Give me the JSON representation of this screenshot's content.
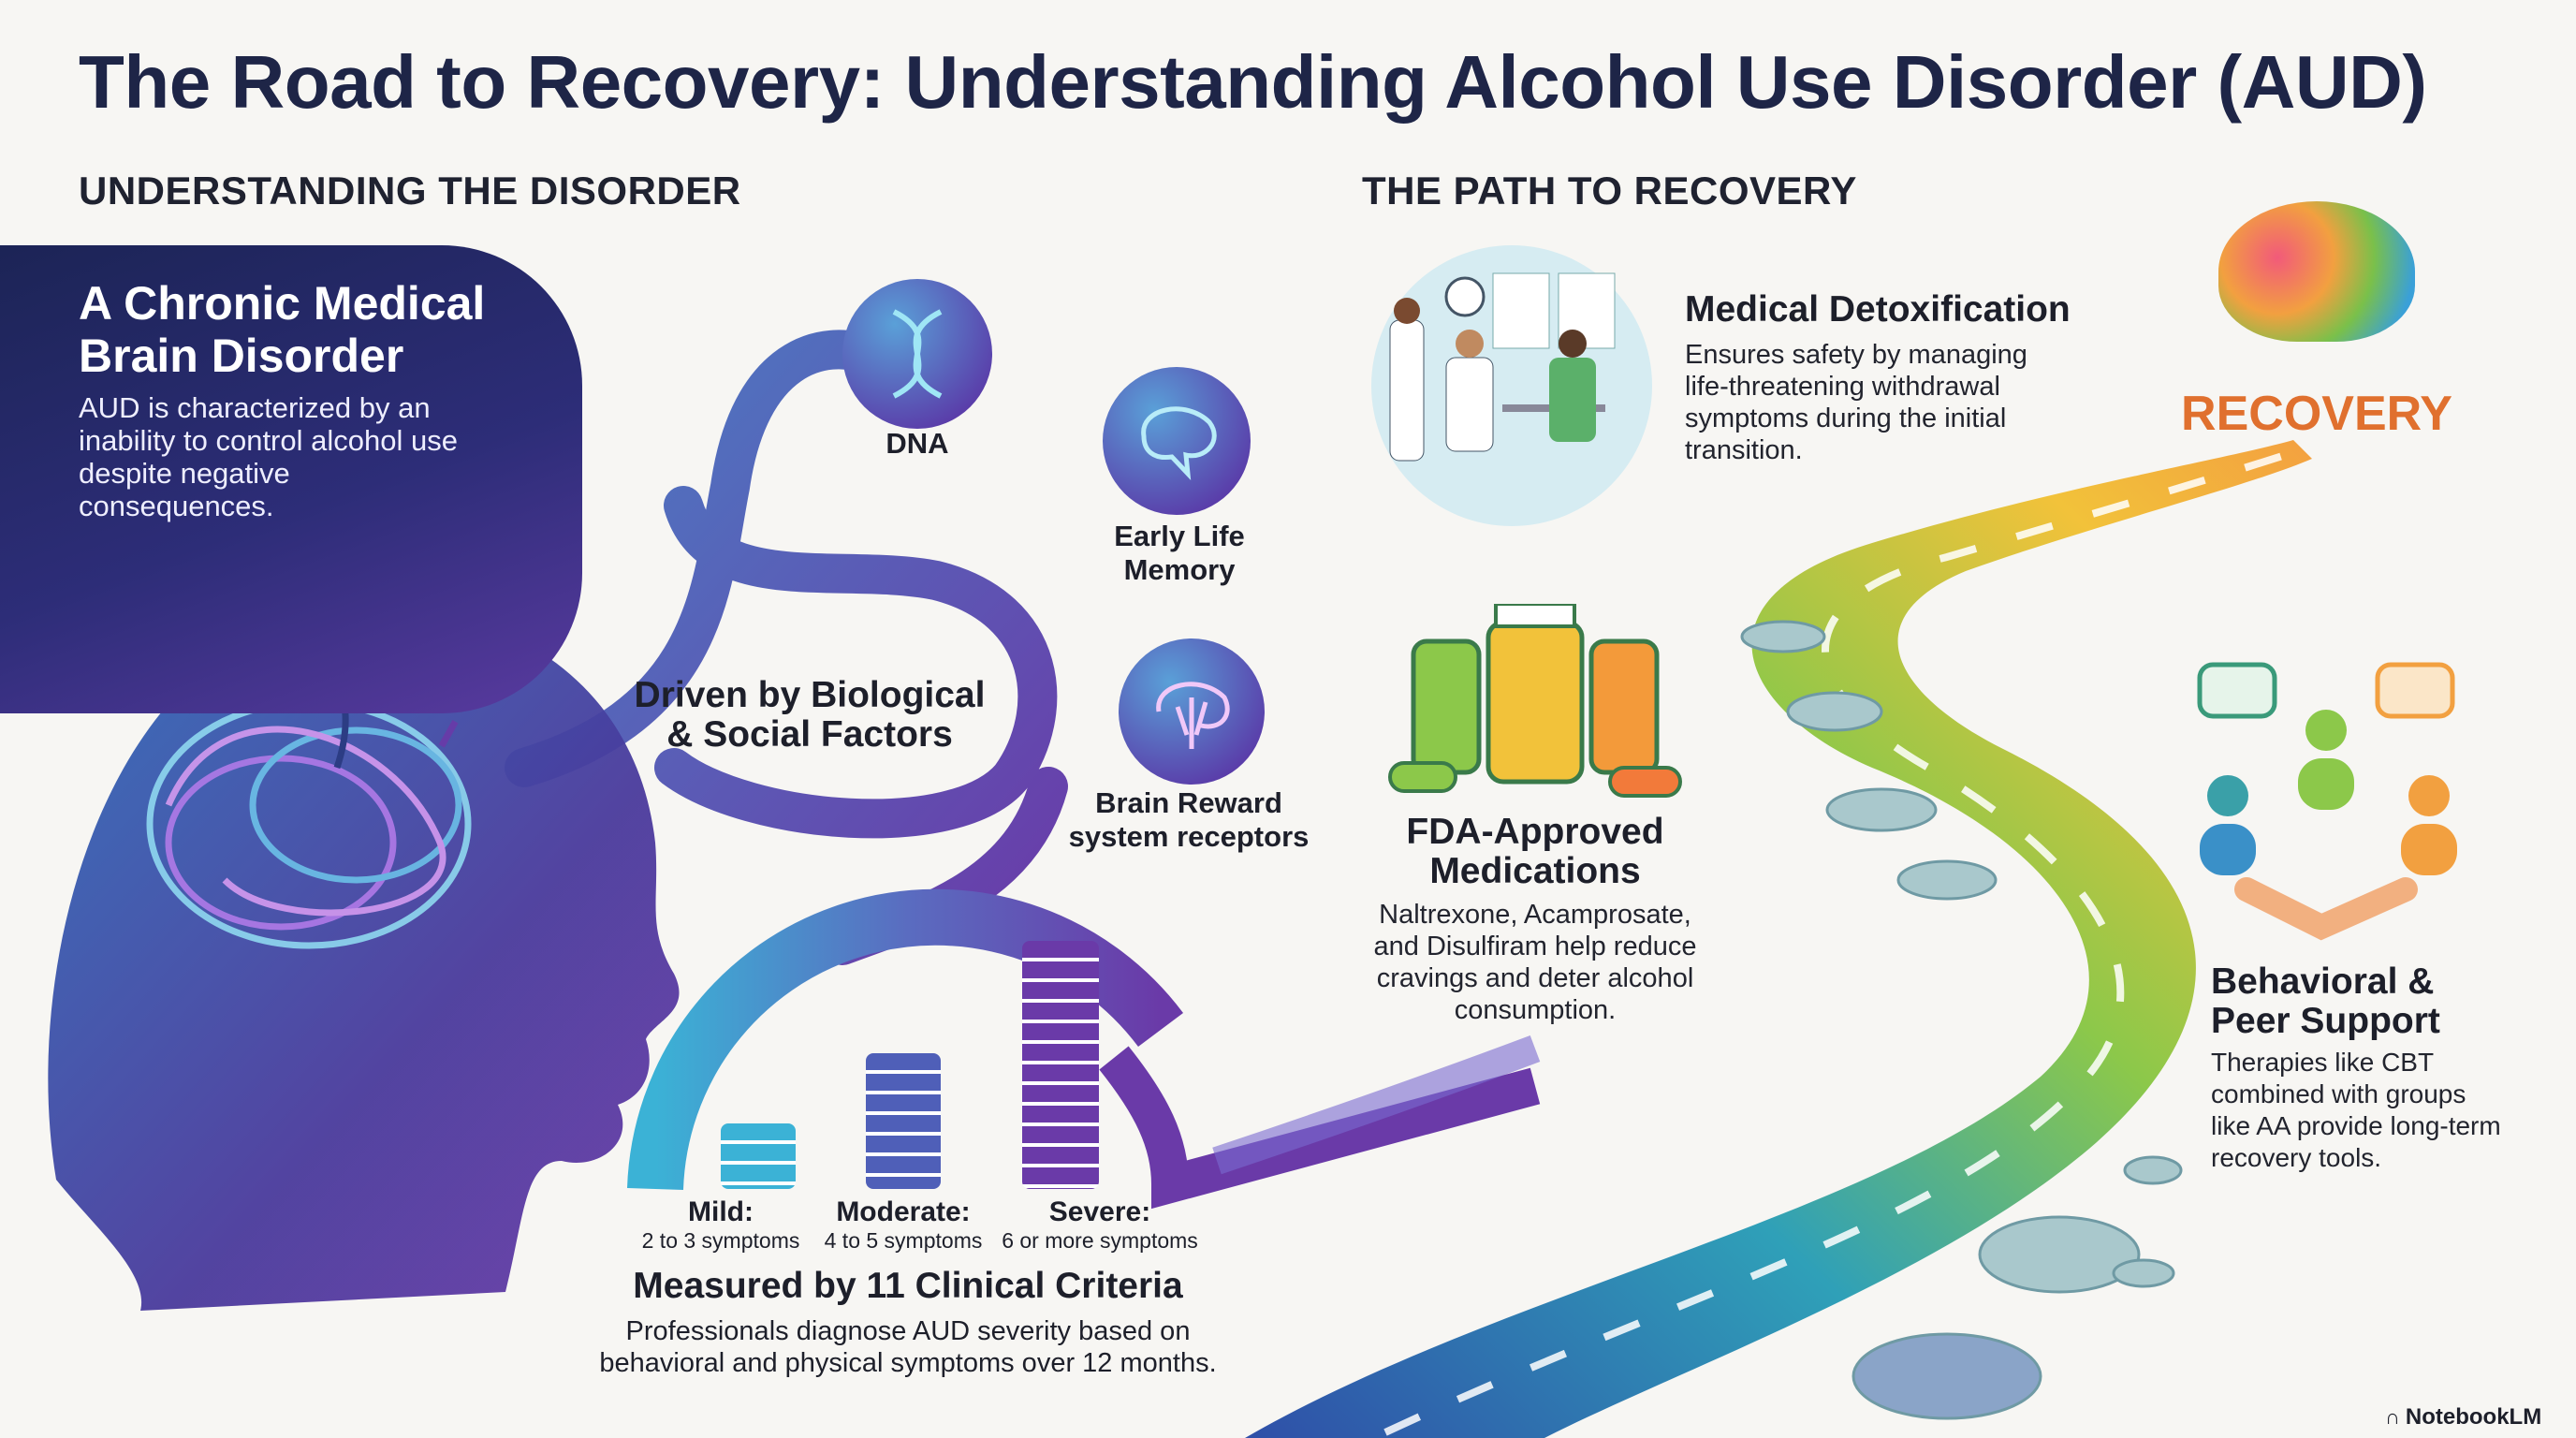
{
  "title": "The Road to Recovery: Understanding Alcohol Use Disorder (AUD)",
  "sections": {
    "left": "UNDERSTANDING THE DISORDER",
    "right": "THE PATH TO RECOVERY"
  },
  "chronic": {
    "heading": "A Chronic Medical Brain Disorder",
    "body": "AUD is characterized by an inability to control alcohol use despite negative consequences."
  },
  "factors": {
    "heading": "Driven by Biological & Social Factors",
    "items": [
      {
        "label": "DNA",
        "icon": "dna-icon"
      },
      {
        "label": "Early Life Memory",
        "icon": "brain-outline-icon"
      },
      {
        "label": "Brain Reward system receptors",
        "icon": "brain-receptor-icon"
      }
    ]
  },
  "criteria": {
    "levels": [
      {
        "name": "Mild:",
        "range": "2 to 3 symptoms",
        "color": "#3bb2d6"
      },
      {
        "name": "Moderate:",
        "range": "4 to 5 symptoms",
        "color": "#4f5fb8"
      },
      {
        "name": "Severe:",
        "range": "6 or more symptoms",
        "color": "#6a3aa8"
      }
    ],
    "heading": "Measured by 11 Clinical Criteria",
    "body": "Professionals diagnose AUD severity based on behavioral and physical symptoms over 12 months."
  },
  "recovery": {
    "goal": "RECOVERY",
    "goal_color": "#e0702e",
    "detox": {
      "heading": "Medical Detoxification",
      "body": "Ensures safety by managing life-threatening withdrawal symptoms during the initial transition."
    },
    "meds": {
      "heading": "FDA-Approved Medications",
      "body": "Naltrexone, Acamprosate, and Disulfiram help reduce cravings and deter alcohol consumption."
    },
    "support": {
      "heading": "Behavioral & Peer Support",
      "body": "Therapies like CBT combined with groups like AA provide long-term recovery tools."
    }
  },
  "footer": {
    "brand": "NotebookLM"
  }
}
